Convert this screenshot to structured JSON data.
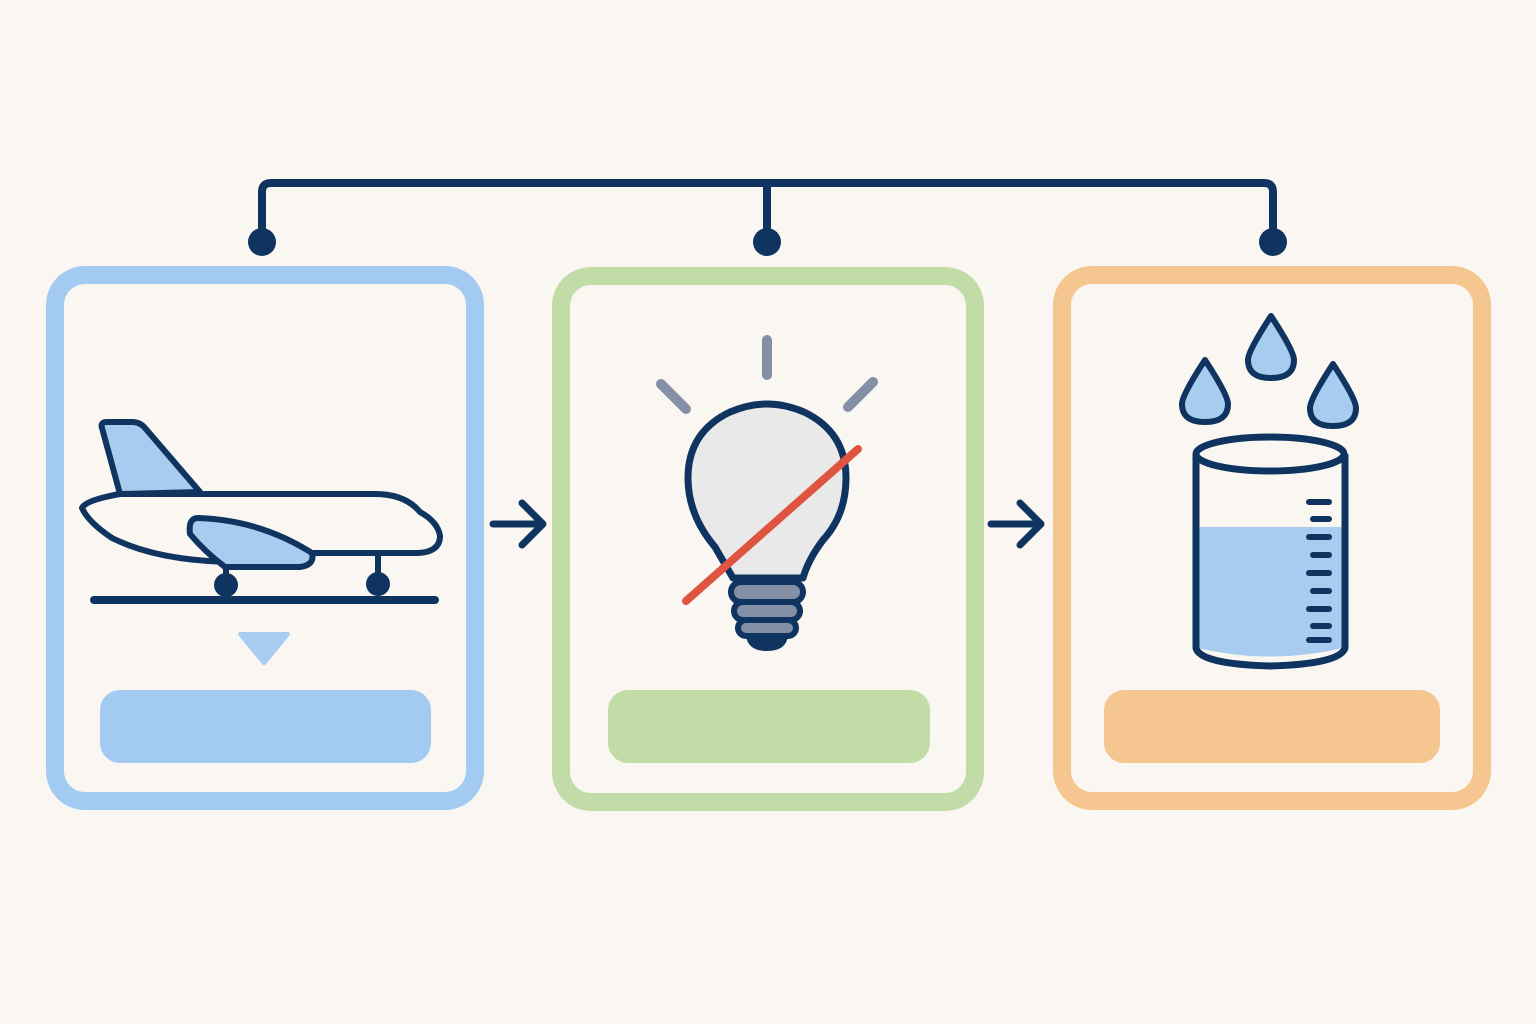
{
  "colors": {
    "background": "#FAF7F2",
    "navy": "#0F3460",
    "blue_panel": "#A3CBF2",
    "green_panel": "#C2DCA8",
    "orange_panel": "#F6C691",
    "light_blue_fill": "#A8CCF0",
    "bulb_fill": "#E9E9EA",
    "ray_gray": "#8390A5",
    "strike_red": "#DE5440",
    "panel_inner": "#FAF7F2"
  },
  "panels": [
    {
      "id": "airplane",
      "icon": "airplane-icon",
      "label": ""
    },
    {
      "id": "lightbulb-off",
      "icon": "lightbulb-off-icon",
      "label": ""
    },
    {
      "id": "beaker-water",
      "icon": "beaker-water-icon",
      "label": ""
    }
  ],
  "connectors": [
    "arrow-right",
    "arrow-right"
  ]
}
